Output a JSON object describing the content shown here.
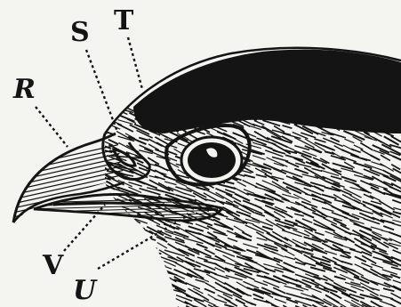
{
  "labels": {
    "R": "R",
    "S": "S",
    "T": "T",
    "U": "U",
    "V": "V"
  },
  "colors": {
    "ink": "#141414",
    "paper": "#f4f4f0"
  }
}
